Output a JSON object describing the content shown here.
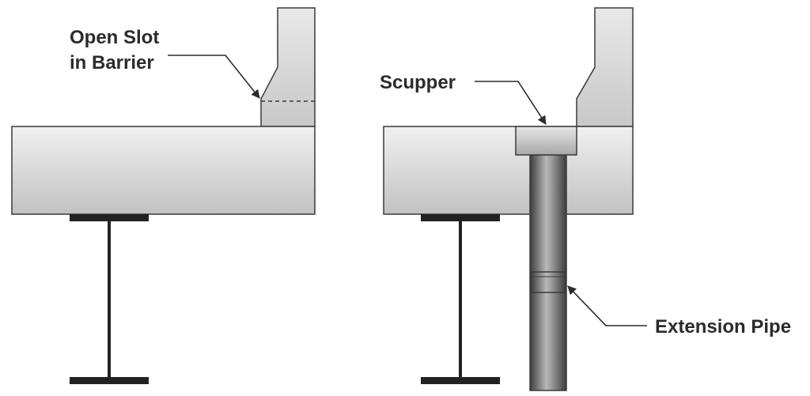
{
  "labels": {
    "open_slot_line1": "Open Slot",
    "open_slot_line2": "in Barrier",
    "scupper": "Scupper",
    "extension_pipe": "Extension Pipe"
  },
  "colors": {
    "concrete_light": "#ececec",
    "concrete_dark": "#c4c4c4",
    "outline": "#3a3a3a",
    "steel": "#222222",
    "pipe_dark": "#4a4a4a",
    "pipe_light": "#bdbdbd",
    "text": "#2b2b2b"
  }
}
